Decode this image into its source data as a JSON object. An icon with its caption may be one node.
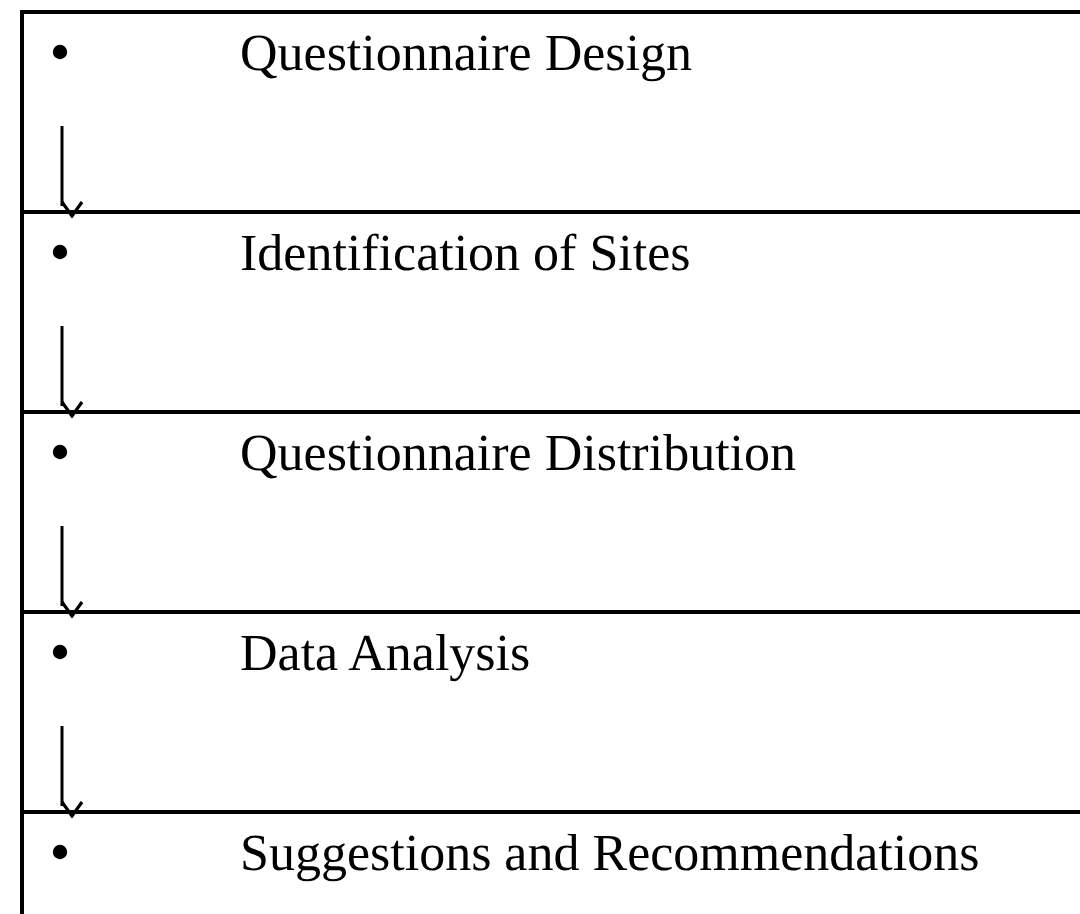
{
  "diagram": {
    "nodes": [
      {
        "text": [
          "Questionnaire Design"
        ]
      },
      {
        "text": [
          "Identification of Sites"
        ]
      },
      {
        "text": [
          "Questionnaire Distribution"
        ]
      },
      {
        "text": [
          "Data Analysis"
        ]
      },
      {
        "text": [
          "Suggestions and Recommendations"
        ]
      }
    ],
    "edges": [
      {
        "from": 0,
        "to": 1,
        "arrow": "to"
      },
      {
        "from": 1,
        "to": 2,
        "arrow": "to"
      },
      {
        "from": 2,
        "to": 3,
        "arrow": "to"
      },
      {
        "from": 3,
        "to": 4,
        "arrow": "to"
      }
    ]
  }
}
